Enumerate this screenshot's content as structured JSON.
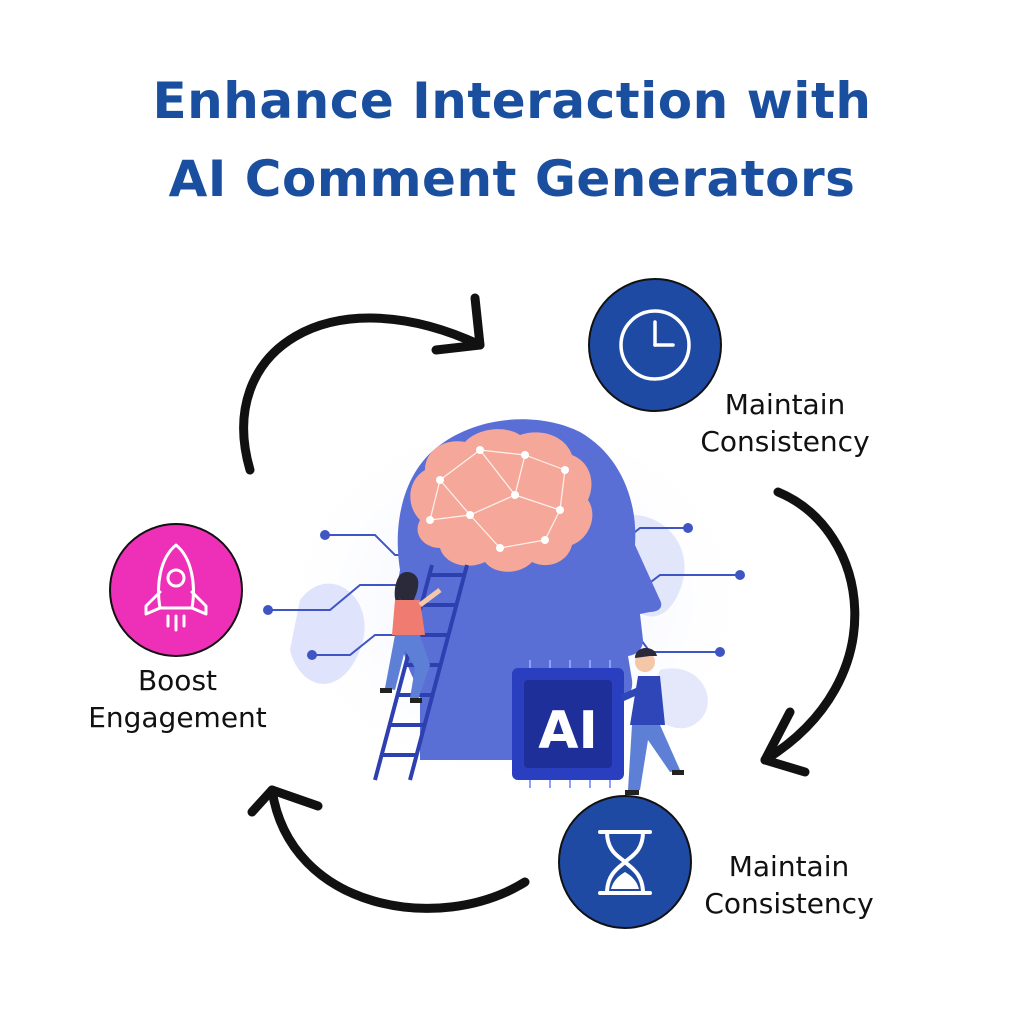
{
  "title": {
    "line1": "Enhance Interaction with",
    "line2": "AI Comment Generators"
  },
  "colors": {
    "title": "#1a4fa0",
    "icon_blue": "#1e4aa3",
    "icon_magenta": "#ee2fb8",
    "head": "#5a6fd6",
    "brain": "#f5a89a",
    "arrow": "#111111"
  },
  "nodes": [
    {
      "icon": "clock-icon",
      "line1": "Maintain",
      "line2": "Consistency"
    },
    {
      "icon": "hourglass-icon",
      "line1": "Maintain",
      "line2": "Consistency"
    },
    {
      "icon": "rocket-icon",
      "line1": "Boost",
      "line2": "Engagement"
    }
  ],
  "chip": {
    "text": "AI"
  }
}
